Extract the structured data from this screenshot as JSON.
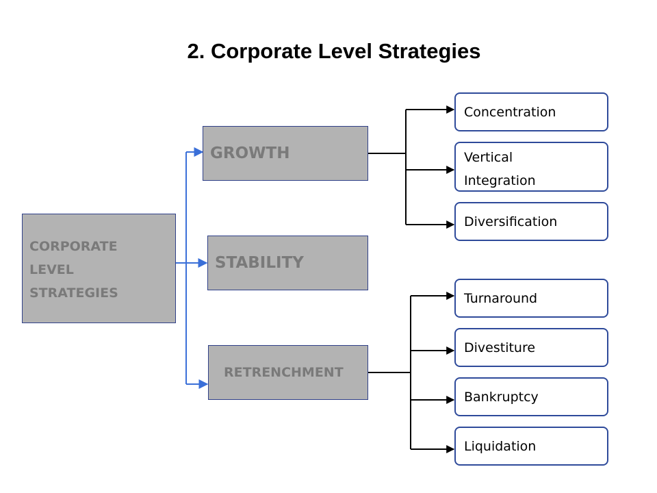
{
  "title": "2. Corporate Level Strategies",
  "root": {
    "lines": [
      "CORPORATE",
      "LEVEL",
      "STRATEGIES"
    ]
  },
  "strategies": {
    "growth": {
      "label": "GROWTH",
      "options": [
        {
          "lines": [
            "Concentration"
          ]
        },
        {
          "lines": [
            "Vertical",
            "Integration"
          ]
        },
        {
          "lines": [
            "Diversification"
          ]
        }
      ]
    },
    "stability": {
      "label": "STABILITY"
    },
    "retrenchment": {
      "label": "RETRENCHMENT",
      "options": [
        {
          "lines": [
            "Turnaround"
          ]
        },
        {
          "lines": [
            "Divestiture"
          ]
        },
        {
          "lines": [
            "Bankruptcy"
          ]
        },
        {
          "lines": [
            "Liquidation"
          ]
        }
      ]
    }
  },
  "colors": {
    "box_fill": "#b3b3b3",
    "box_text": "#7a7a7a",
    "box_border": "#2e3f88",
    "connector_blue": "#3a6fd8",
    "connector_black": "#000000",
    "option_border": "#2e4a9a"
  }
}
